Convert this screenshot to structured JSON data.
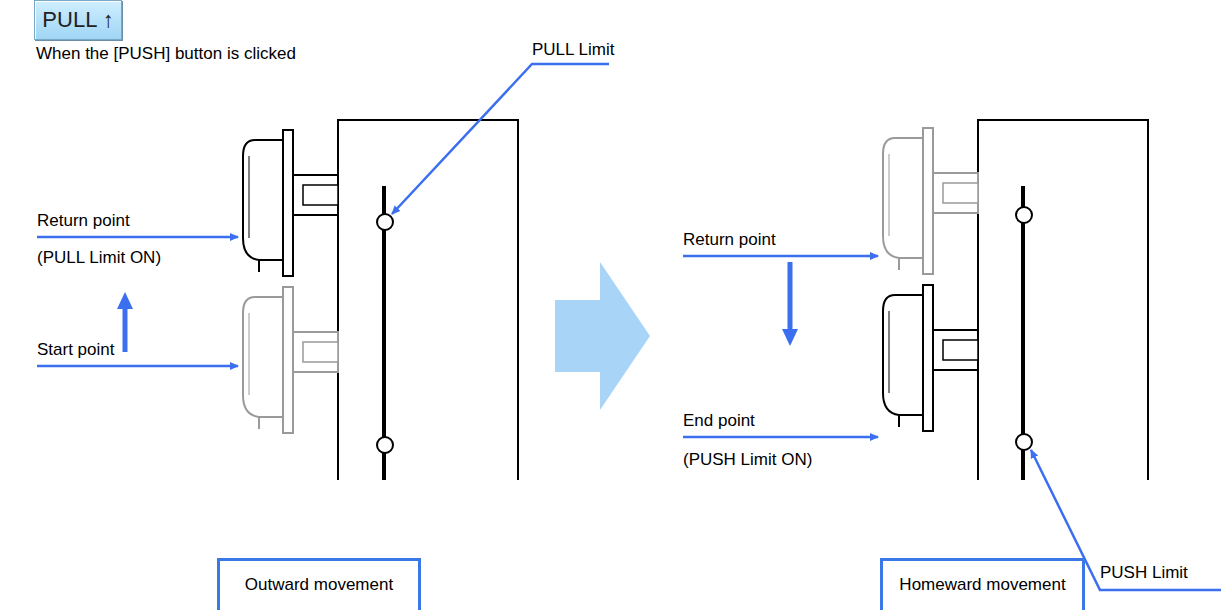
{
  "diagram": {
    "nodes": [
      {
        "text": [
          "PULL ↑"
        ]
      },
      {
        "text": [
          "Outward movement"
        ]
      },
      {
        "text": [
          "Homeward movement"
        ]
      }
    ],
    "labels": [
      "When the [PUSH] button is clicked",
      "PULL Limit",
      "Return point",
      "(PULL Limit ON)",
      "Start point",
      "Return point",
      "End point",
      "(PUSH Limit ON)",
      "PUSH Limit"
    ]
  }
}
